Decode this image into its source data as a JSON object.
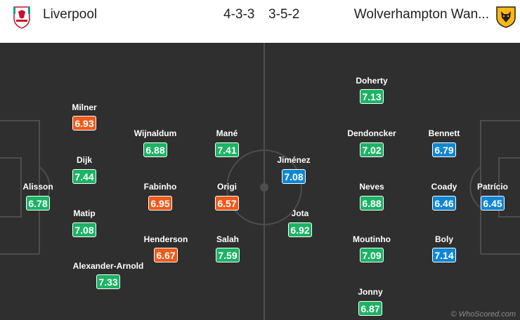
{
  "home": {
    "name": "Liverpool",
    "formation": "4-3-3",
    "crest": "liverpool-crest-icon",
    "players": [
      {
        "name": "Alisson",
        "rating": "6.78",
        "color": "green"
      },
      {
        "name": "Milner",
        "rating": "6.93",
        "color": "orange"
      },
      {
        "name": "Dijk",
        "rating": "7.44",
        "color": "green"
      },
      {
        "name": "Matip",
        "rating": "7.08",
        "color": "green"
      },
      {
        "name": "Alexander-Arnold",
        "rating": "7.33",
        "color": "green"
      },
      {
        "name": "Wijnaldum",
        "rating": "6.88",
        "color": "green"
      },
      {
        "name": "Fabinho",
        "rating": "6.95",
        "color": "orange"
      },
      {
        "name": "Henderson",
        "rating": "6.67",
        "color": "orange"
      },
      {
        "name": "Mané",
        "rating": "7.41",
        "color": "green"
      },
      {
        "name": "Origi",
        "rating": "6.57",
        "color": "orange"
      },
      {
        "name": "Salah",
        "rating": "7.59",
        "color": "green"
      }
    ]
  },
  "away": {
    "name": "Wolverhampton Wan...",
    "formation": "3-5-2",
    "crest": "wolves-crest-icon",
    "players": [
      {
        "name": "Jiménez",
        "rating": "7.08",
        "color": "blue"
      },
      {
        "name": "Jota",
        "rating": "6.92",
        "color": "green"
      },
      {
        "name": "Doherty",
        "rating": "7.13",
        "color": "green"
      },
      {
        "name": "Dendoncker",
        "rating": "7.02",
        "color": "green"
      },
      {
        "name": "Neves",
        "rating": "6.88",
        "color": "green"
      },
      {
        "name": "Moutinho",
        "rating": "7.09",
        "color": "green"
      },
      {
        "name": "Jonny",
        "rating": "6.87",
        "color": "green"
      },
      {
        "name": "Bennett",
        "rating": "6.79",
        "color": "blue"
      },
      {
        "name": "Coady",
        "rating": "6.46",
        "color": "blue"
      },
      {
        "name": "Boly",
        "rating": "7.14",
        "color": "blue"
      },
      {
        "name": "Patrício",
        "rating": "6.45",
        "color": "blue"
      }
    ]
  },
  "colors": {
    "green": "#1bb364",
    "orange": "#ef5a1a",
    "blue": "#0f86d3",
    "pitch": "#2f2f2f"
  },
  "credit": "© WhoScored.com"
}
